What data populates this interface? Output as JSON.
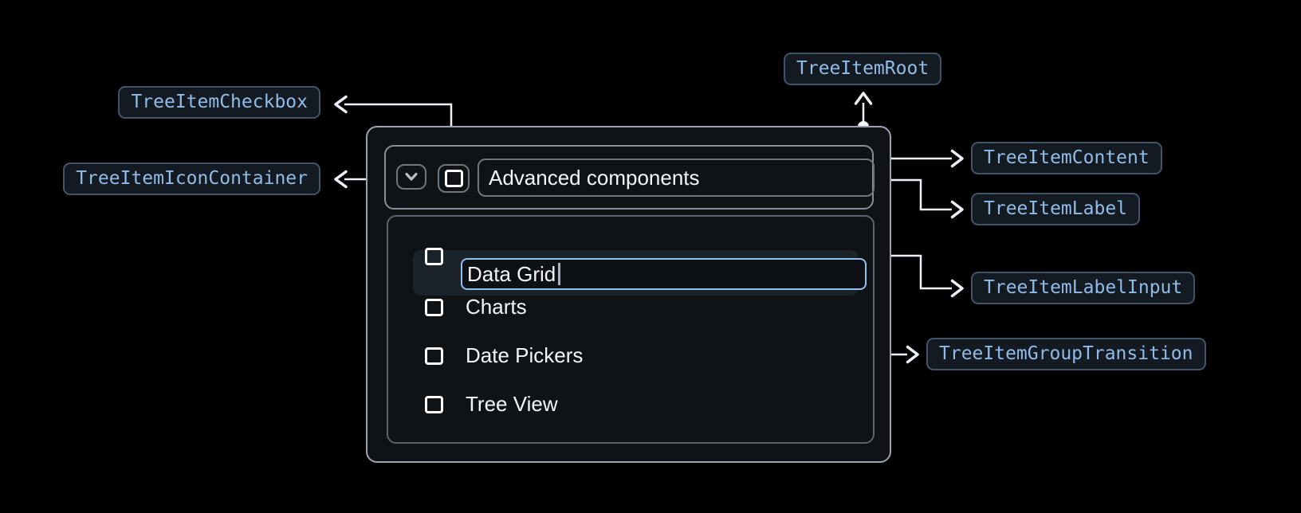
{
  "annotations": {
    "root": {
      "label": "TreeItemRoot"
    },
    "checkbox": {
      "label": "TreeItemCheckbox"
    },
    "icon_container": {
      "label": "TreeItemIconContainer"
    },
    "content": {
      "label": "TreeItemContent"
    },
    "item_label": {
      "label": "TreeItemLabel"
    },
    "label_input": {
      "label": "TreeItemLabelInput"
    },
    "group_transition": {
      "label": "TreeItemGroupTransition"
    }
  },
  "tree": {
    "parent_item": {
      "label": "Advanced components",
      "expanded": true,
      "checkbox_checked": false
    },
    "child_items": [
      {
        "label": "Data Grid",
        "state": "editing",
        "checkbox_checked": false
      },
      {
        "label": "Charts",
        "state": "default",
        "checkbox_checked": false
      },
      {
        "label": "Date Pickers",
        "state": "default",
        "checkbox_checked": false
      },
      {
        "label": "Tree View",
        "state": "default",
        "checkbox_checked": false
      }
    ]
  },
  "colors": {
    "page_bg": "#000000",
    "panel_bg": "#0f1316",
    "panel_border": "#9ba4ad",
    "inner_border": "#6e767e",
    "group_border": "#5b636c",
    "row_highlight_bg": "#1b222a",
    "input_focus_border": "#90c0f0",
    "annotation_bg": "#141a22",
    "annotation_border": "#415468",
    "annotation_text": "#90bce8",
    "connector": "#eef2f6",
    "text": "#f4f6f8"
  }
}
